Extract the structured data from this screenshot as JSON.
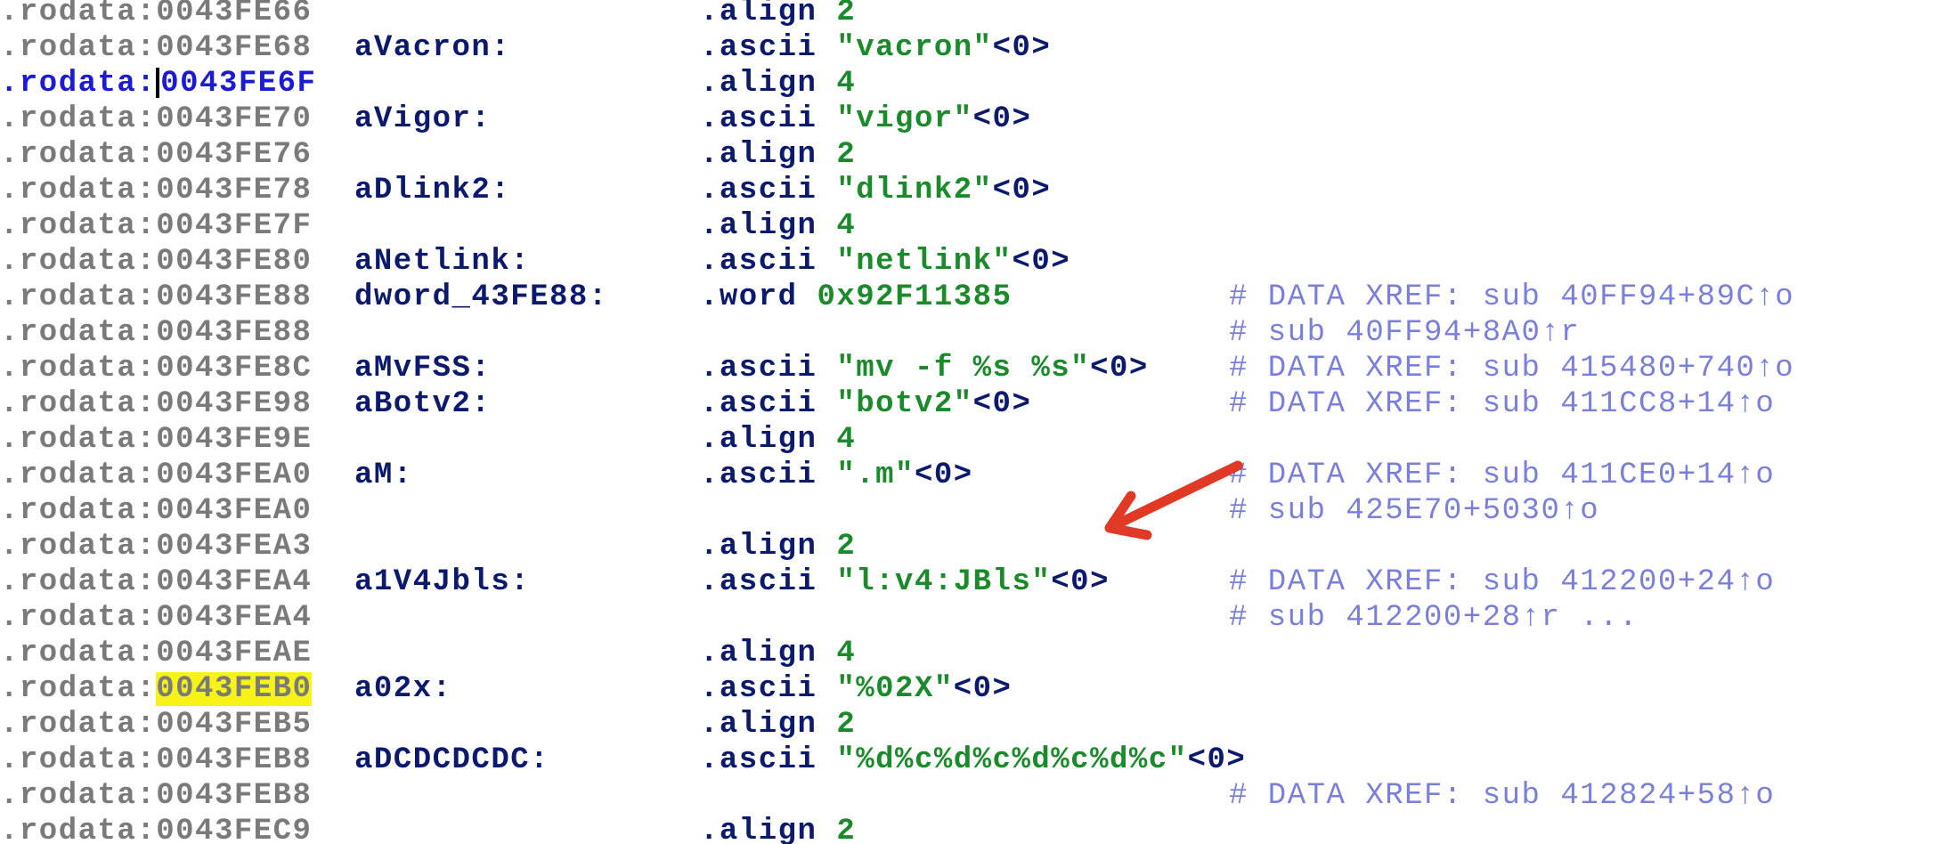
{
  "listing": {
    "rows": [
      {
        "seg": ".rodata",
        "offset": "0043FE66",
        "label": "",
        "mnemonic": ".align",
        "operand": "2",
        "suffix": "",
        "comment": ""
      },
      {
        "seg": ".rodata",
        "offset": "0043FE68",
        "label": "aVacron:",
        "mnemonic": ".ascii",
        "operand": "\"vacron\"",
        "suffix": "<0>",
        "comment": ""
      },
      {
        "seg": ".rodata",
        "offset": "0043FE6F",
        "label": "",
        "mnemonic": ".align",
        "operand": "4",
        "suffix": "",
        "comment": ""
      },
      {
        "seg": ".rodata",
        "offset": "0043FE70",
        "label": "aVigor:",
        "mnemonic": ".ascii",
        "operand": "\"vigor\"",
        "suffix": "<0>",
        "comment": ""
      },
      {
        "seg": ".rodata",
        "offset": "0043FE76",
        "label": "",
        "mnemonic": ".align",
        "operand": "2",
        "suffix": "",
        "comment": ""
      },
      {
        "seg": ".rodata",
        "offset": "0043FE78",
        "label": "aDlink2:",
        "mnemonic": ".ascii",
        "operand": "\"dlink2\"",
        "suffix": "<0>",
        "comment": ""
      },
      {
        "seg": ".rodata",
        "offset": "0043FE7F",
        "label": "",
        "mnemonic": ".align",
        "operand": "4",
        "suffix": "",
        "comment": ""
      },
      {
        "seg": ".rodata",
        "offset": "0043FE80",
        "label": "aNetlink:",
        "mnemonic": ".ascii",
        "operand": "\"netlink\"",
        "suffix": "<0>",
        "comment": ""
      },
      {
        "seg": ".rodata",
        "offset": "0043FE88",
        "label": "dword_43FE88:",
        "mnemonic": ".word",
        "operand": "0x92F11385",
        "suffix": "",
        "comment": "# DATA XREF: sub 40FF94+89C↑o"
      },
      {
        "seg": ".rodata",
        "offset": "0043FE88",
        "label": "",
        "mnemonic": "",
        "operand": "",
        "suffix": "",
        "comment": "# sub 40FF94+8A0↑r"
      },
      {
        "seg": ".rodata",
        "offset": "0043FE8C",
        "label": "aMvFSS:",
        "mnemonic": ".ascii",
        "operand": "\"mv -f %s %s\"",
        "suffix": "<0>",
        "comment": "# DATA XREF: sub 415480+740↑o"
      },
      {
        "seg": ".rodata",
        "offset": "0043FE98",
        "label": "aBotv2:",
        "mnemonic": ".ascii",
        "operand": "\"botv2\"",
        "suffix": "<0>",
        "comment": "# DATA XREF: sub 411CC8+14↑o"
      },
      {
        "seg": ".rodata",
        "offset": "0043FE9E",
        "label": "",
        "mnemonic": ".align",
        "operand": "4",
        "suffix": "",
        "comment": ""
      },
      {
        "seg": ".rodata",
        "offset": "0043FEA0",
        "label": "aM:",
        "mnemonic": ".ascii",
        "operand": "\".m\"",
        "suffix": "<0>",
        "comment": "# DATA XREF: sub 411CE0+14↑o"
      },
      {
        "seg": ".rodata",
        "offset": "0043FEA0",
        "label": "",
        "mnemonic": "",
        "operand": "",
        "suffix": "",
        "comment": "# sub 425E70+5030↑o"
      },
      {
        "seg": ".rodata",
        "offset": "0043FEA3",
        "label": "",
        "mnemonic": ".align",
        "operand": "2",
        "suffix": "",
        "comment": ""
      },
      {
        "seg": ".rodata",
        "offset": "0043FEA4",
        "label": "a1V4Jbls:",
        "mnemonic": ".ascii",
        "operand": "\"l:v4:JBls\"",
        "suffix": "<0>",
        "comment": "# DATA XREF: sub 412200+24↑o"
      },
      {
        "seg": ".rodata",
        "offset": "0043FEA4",
        "label": "",
        "mnemonic": "",
        "operand": "",
        "suffix": "",
        "comment": "# sub 412200+28↑r ..."
      },
      {
        "seg": ".rodata",
        "offset": "0043FEAE",
        "label": "",
        "mnemonic": ".align",
        "operand": "4",
        "suffix": "",
        "comment": ""
      },
      {
        "seg": ".rodata",
        "offset": "0043FEB0",
        "label": "a02x:",
        "mnemonic": ".ascii",
        "operand": "\"%02X\"",
        "suffix": "<0>",
        "comment": ""
      },
      {
        "seg": ".rodata",
        "offset": "0043FEB5",
        "label": "",
        "mnemonic": ".align",
        "operand": "2",
        "suffix": "",
        "comment": ""
      },
      {
        "seg": ".rodata",
        "offset": "0043FEB8",
        "label": "aDCDCDCDC:",
        "mnemonic": ".ascii",
        "operand": "\"%d%c%d%c%d%c%d%c\"",
        "suffix": "<0>",
        "comment": ""
      },
      {
        "seg": ".rodata",
        "offset": "0043FEB8",
        "label": "",
        "mnemonic": "",
        "operand": "",
        "suffix": "",
        "comment": "# DATA XREF: sub 412824+58↑o"
      },
      {
        "seg": ".rodata",
        "offset": "0043FEC9",
        "label": "",
        "mnemonic": ".align",
        "operand": "2",
        "suffix": "",
        "comment": ""
      }
    ],
    "separator": ":"
  },
  "colors": {
    "background": "#ffffff",
    "segment": "#7a7a7a",
    "current_line": "#1b1bd6",
    "label": "#0c1a6e",
    "string": "#1a8a2a",
    "comment": "#7b7fdc",
    "highlight": "#f7f318",
    "arrow": "#e03a26"
  },
  "annotations": {
    "arrow_icon": "red-arrow-icon"
  }
}
